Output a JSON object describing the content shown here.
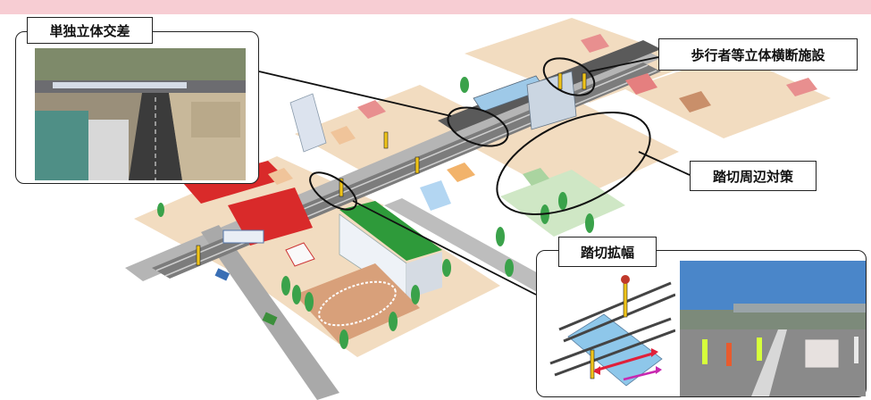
{
  "labels": {
    "grade_separation": "単独立体交差",
    "pedestrian_bridge": "歩行者等立体横断施設",
    "crossing_area_measures": "踏切周辺対策",
    "crossing_widening": "踏切拡幅"
  },
  "colors": {
    "top_band": "#f7cdd3",
    "rail_track": "#8a8a8a",
    "platform_red": "#d92a2a",
    "school_green": "#2e9a3a",
    "ground_sand": "#f2dcc0",
    "ground_plaza": "#cfe7c5",
    "widening_arrow": "#e0203a",
    "widening_arrow2": "#c828b0"
  }
}
